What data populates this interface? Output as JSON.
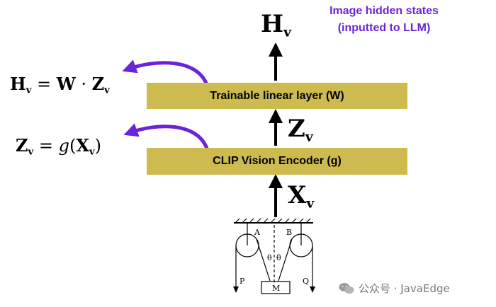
{
  "header": {
    "hidden_states_line1": "Image hidden states",
    "hidden_states_line2": "(inputted to LLM)"
  },
  "layers": {
    "linear": "Trainable linear layer (W)",
    "encoder": "CLIP Vision Encoder (g)"
  },
  "variables": {
    "h": {
      "base": "H",
      "sub": "v"
    },
    "z": {
      "base": "Z",
      "sub": "v"
    },
    "x": {
      "base": "X",
      "sub": "v"
    }
  },
  "equations": {
    "h": {
      "lhs": "H",
      "lhs_sub": "v",
      "eq": " = ",
      "w": "W",
      "dot": " · ",
      "z": "Z",
      "z_sub": "v"
    },
    "z": {
      "lhs": "Z",
      "lhs_sub": "v",
      "eq": " = ",
      "fn": "g",
      "open": "(",
      "x": "X",
      "x_sub": "v",
      "close": ")"
    }
  },
  "image": {
    "label_a": "A",
    "label_b": "B",
    "label_theta1": "θ",
    "label_theta2": "θ",
    "label_p": "P",
    "label_q": "Q",
    "label_m": "M"
  },
  "watermark": {
    "text": "公众号 · JavaEdge"
  },
  "colors": {
    "layer_fill": "#cdbb4f",
    "accent_purple": "#6a23d9"
  }
}
